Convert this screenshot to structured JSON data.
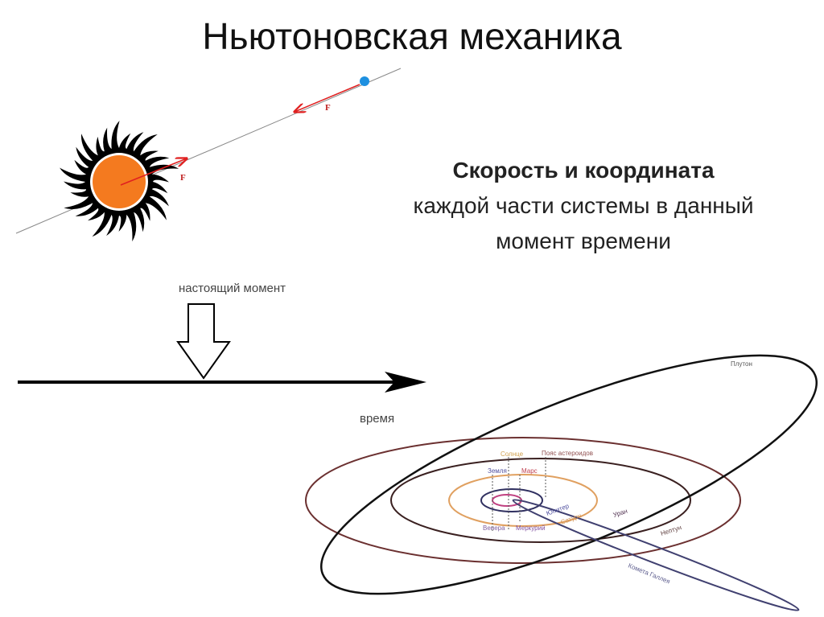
{
  "slide": {
    "title": "Ньютоновская механика",
    "description_bold": "Скорость и координата",
    "description_rest": "каждой части системы в данный момент времени"
  },
  "force_diagram": {
    "force_label_planet": "F",
    "force_label_sun": "F",
    "colors": {
      "sun": "#f47a1f",
      "planet": "#1e90e0",
      "force": "#e02020"
    }
  },
  "timeline": {
    "present_label": "настоящий момент",
    "axis_label": "время"
  },
  "solar_system": {
    "labels": {
      "sun": "Солнце",
      "asteroid_belt": "Пояс астероидов",
      "earth": "Земля",
      "mars": "Марс",
      "venus": "Венера",
      "mercury": "Меркурий",
      "jupiter": "Юпитер",
      "saturn": "Сатурн",
      "uranus": "Уран",
      "neptune": "Нептун",
      "pluto": "Плутон",
      "halley": "Комета Галлея"
    }
  }
}
